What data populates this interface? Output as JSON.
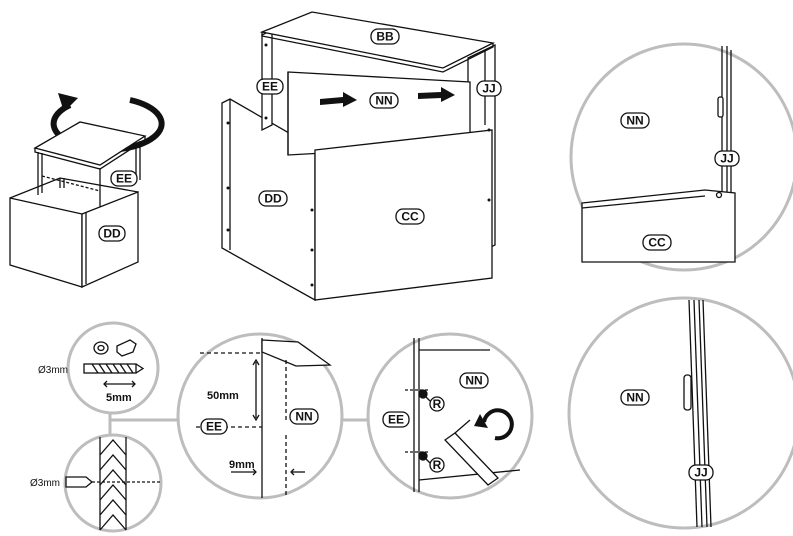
{
  "labels": {
    "bb": "BB",
    "ee": "EE",
    "nn": "NN",
    "jj": "JJ",
    "dd": "DD",
    "cc": "CC",
    "r": "R"
  },
  "dimensions": {
    "diameter_top": "Ø3mm",
    "diameter_bottom": "Ø3mm",
    "depth": "5mm",
    "height": "50mm",
    "inset": "9mm"
  }
}
